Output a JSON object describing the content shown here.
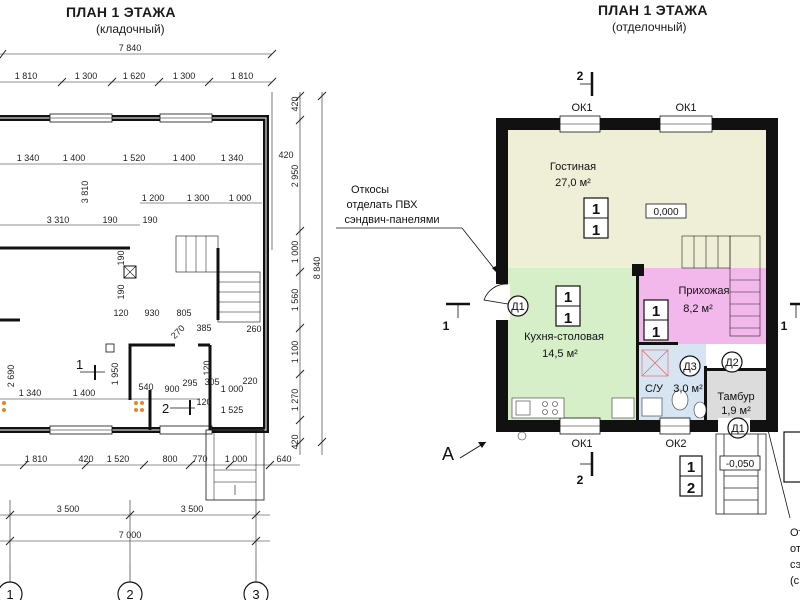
{
  "left_plan": {
    "title": "ПЛАН 1 ЭТАЖА",
    "subtitle": "(кладочный)",
    "overall_width": "7 840",
    "top_chain": [
      "1 810",
      "1 300",
      "1 620",
      "1 300",
      "1 810"
    ],
    "inner_chain": [
      "1 340",
      "1 400",
      "1 520",
      "1 400",
      "1 340"
    ],
    "stair_dims": [
      "1 200",
      "1 300",
      "1 000"
    ],
    "right_chain": [
      "420",
      "2 950",
      "1 000",
      "1 560",
      "1 100",
      "1 270",
      "420"
    ],
    "right_inner": [
      "420",
      "3 810"
    ],
    "overall_height": "8 840",
    "interior_dims": {
      "d3310": "3 310",
      "d190a": "190",
      "d190b": "190",
      "d190c": "190",
      "d190d": "190",
      "d120a": "120",
      "d930": "930",
      "d805": "805",
      "d270": "270",
      "d385": "385",
      "d260": "260",
      "d2690": "2 690",
      "d1950": "1 950",
      "d540": "540",
      "d900": "900",
      "d295": "295",
      "d305": "305",
      "d1000b": "1 000",
      "d220": "220",
      "d120b": "120",
      "d1525": "1 525",
      "d1340b": "1 340",
      "d1400b": "1 400",
      "d120c": "120"
    },
    "bottom_chain": [
      "1 810",
      "420",
      "1 520",
      "800",
      "770",
      "1 000",
      "640"
    ],
    "half_dims": [
      "3 500",
      "3 500"
    ],
    "total_width": "7 000",
    "axes": [
      "1",
      "2",
      "3"
    ],
    "section_marks": [
      "1",
      "2"
    ]
  },
  "right_plan": {
    "title": "ПЛАН 1 ЭТАЖА",
    "subtitle": "(отделочный)",
    "rooms": [
      {
        "name": "Гостиная",
        "area": "27,0 м²",
        "type_top": "1",
        "type_bottom": "1",
        "level": "0,000",
        "color": "#efefd8"
      },
      {
        "name": "Кухня-столовая",
        "area": "14,5 м²",
        "type_top": "1",
        "type_bottom": "1",
        "color": "#d6efc9"
      },
      {
        "name": "Прихожая",
        "area": "8,2 м²",
        "type_top": "1",
        "type_bottom": "1",
        "color": "#f2b8ec"
      },
      {
        "name": "С/У",
        "area": "3,0 м²",
        "color": "#d7e4f1"
      },
      {
        "name": "Тамбур",
        "area": "1,9 м²",
        "color": "#dcdcdc"
      }
    ],
    "windows": [
      "ОК1",
      "ОК1",
      "ОК1",
      "ОК2"
    ],
    "doors": [
      "Д1",
      "Д2",
      "Д3",
      "Д1"
    ],
    "note_lines": [
      "Откосы",
      "отделать ПВХ",
      "сэндвич-панелями"
    ],
    "section_marks": [
      "2",
      "1",
      "1",
      "2"
    ],
    "facade_mark": "А",
    "porch_level": "-0,050",
    "porch_type_top": "1",
    "porch_type_bottom": "2",
    "right_edge_texts": [
      "От",
      "от",
      "сэ",
      "(с"
    ]
  }
}
